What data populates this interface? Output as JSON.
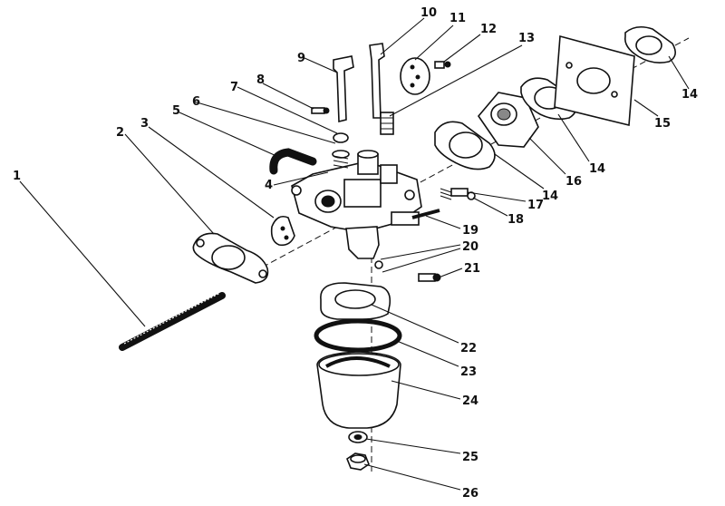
{
  "callouts": [
    {
      "id": 1,
      "label": "1"
    },
    {
      "id": 2,
      "label": "2"
    },
    {
      "id": 3,
      "label": "3"
    },
    {
      "id": 4,
      "label": "4"
    },
    {
      "id": 5,
      "label": "5"
    },
    {
      "id": 6,
      "label": "6"
    },
    {
      "id": 7,
      "label": "7"
    },
    {
      "id": 8,
      "label": "8"
    },
    {
      "id": 9,
      "label": "9"
    },
    {
      "id": 10,
      "label": "10"
    },
    {
      "id": 11,
      "label": "11"
    },
    {
      "id": 12,
      "label": "12"
    },
    {
      "id": 13,
      "label": "13"
    },
    {
      "id": "14a",
      "label": "14"
    },
    {
      "id": "14b",
      "label": "14"
    },
    {
      "id": "14c",
      "label": "14"
    },
    {
      "id": 15,
      "label": "15"
    },
    {
      "id": 16,
      "label": "16"
    },
    {
      "id": 17,
      "label": "17"
    },
    {
      "id": 18,
      "label": "18"
    },
    {
      "id": 19,
      "label": "19"
    },
    {
      "id": 20,
      "label": "20"
    },
    {
      "id": 21,
      "label": "21"
    },
    {
      "id": 22,
      "label": "22"
    },
    {
      "id": 23,
      "label": "23"
    },
    {
      "id": 24,
      "label": "24"
    },
    {
      "id": 25,
      "label": "25"
    },
    {
      "id": 26,
      "label": "26"
    }
  ]
}
